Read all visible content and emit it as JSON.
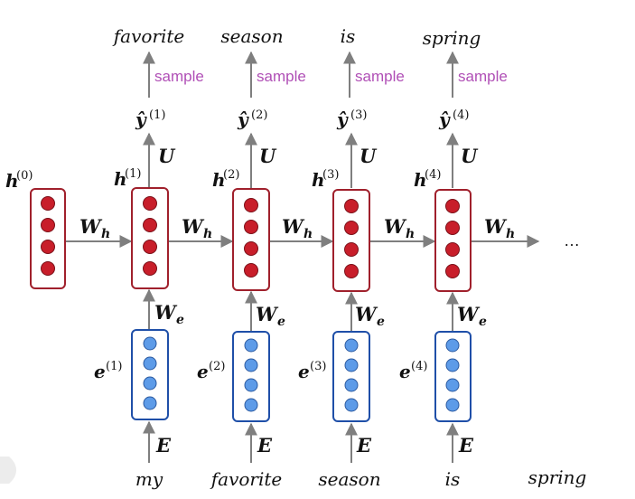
{
  "diagram": {
    "outputs": [
      {
        "word": "favorite",
        "sample_label": "sample",
        "yhat": "ŷ",
        "yhat_sup": "(1)"
      },
      {
        "word": "season",
        "sample_label": "sample",
        "yhat": "ŷ",
        "yhat_sup": "(2)"
      },
      {
        "word": "is",
        "sample_label": "sample",
        "yhat": "ŷ",
        "yhat_sup": "(3)"
      },
      {
        "word": "spring",
        "sample_label": "sample",
        "yhat": "ŷ",
        "yhat_sup": "(4)"
      }
    ],
    "initial_hidden": {
      "label": "h",
      "sup": "(0)"
    },
    "hidden": [
      {
        "label": "h",
        "sup": "(1)"
      },
      {
        "label": "h",
        "sup": "(2)"
      },
      {
        "label": "h",
        "sup": "(3)"
      },
      {
        "label": "h",
        "sup": "(4)"
      }
    ],
    "embeddings": [
      {
        "label": "e",
        "sup": "(1)"
      },
      {
        "label": "e",
        "sup": "(2)"
      },
      {
        "label": "e",
        "sup": "(3)"
      },
      {
        "label": "e",
        "sup": "(4)"
      }
    ],
    "inputs": [
      "my",
      "favorite",
      "season",
      "is",
      "spring"
    ],
    "weights": {
      "U": "U",
      "Wh": "W",
      "Wh_sub": "h",
      "We": "W",
      "We_sub": "e",
      "E": "E"
    },
    "ellipsis": "…",
    "colors": {
      "hidden_border": "#a0202c",
      "hidden_dot": "#c81e2a",
      "embed_border": "#1f4fa8",
      "embed_dot": "#5d9be8",
      "arrow": "#7f7f7f",
      "sample": "#b04fb6"
    }
  }
}
